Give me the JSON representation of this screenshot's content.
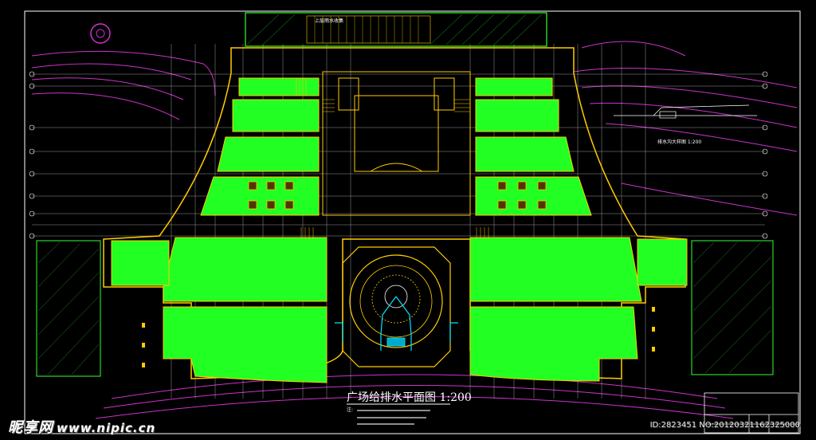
{
  "drawing": {
    "title": "广场给排水平面图 1:200",
    "top_label": "上层雨水收集",
    "notes_heading": "注:",
    "detail_caption": "排水沟大样图 1:200",
    "scale_label": "1:200"
  },
  "watermark": {
    "brand": "昵享网",
    "url": "www.nipic.cn",
    "id_text": "ID:2823451 NO:20120321162325000"
  },
  "colors": {
    "background": "#000000",
    "floor_fill": "#22ff22",
    "walls": "#ffcc00",
    "grid": "#ffffff",
    "contour": "#cc33cc",
    "water_line": "#00e5ff"
  }
}
